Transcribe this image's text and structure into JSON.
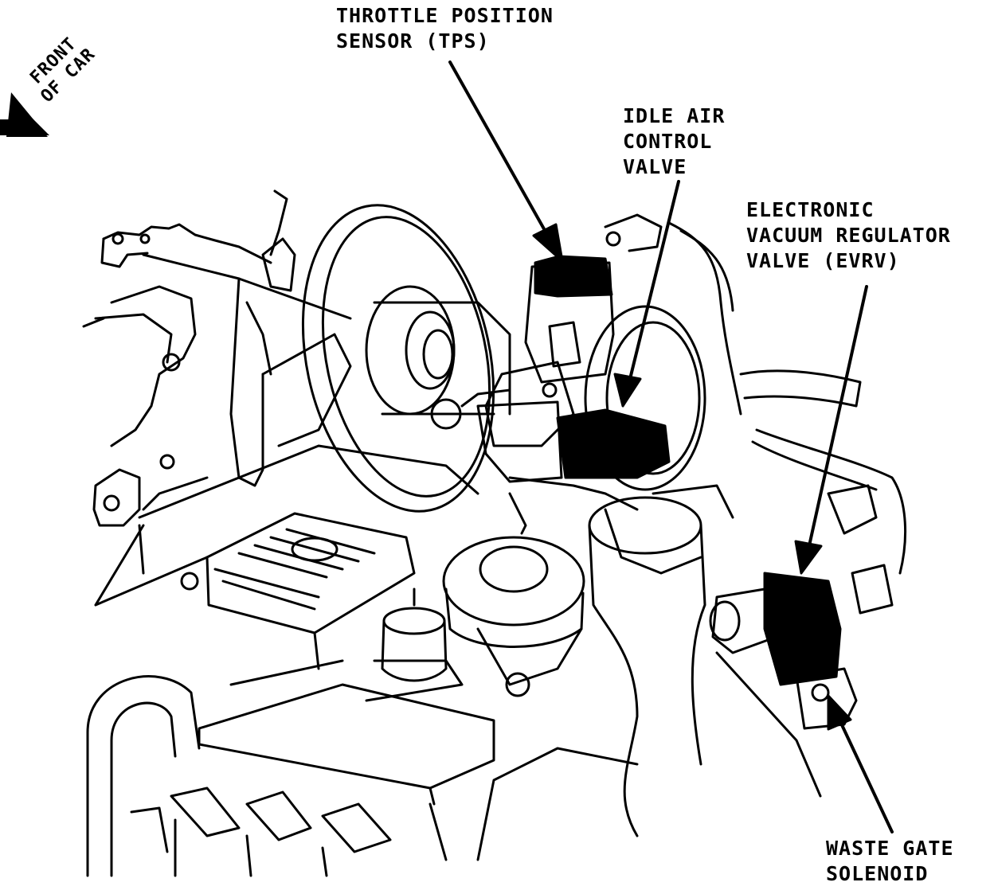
{
  "labels": {
    "tps": [
      "THROTTLE POSITION",
      "SENSOR (TPS)"
    ],
    "iac": [
      "IDLE AIR",
      "CONTROL",
      "VALVE"
    ],
    "evrv": [
      "ELECTRONIC",
      "VACUUM REGULATOR",
      "VALVE (EVRV)"
    ],
    "waste_gate": [
      "WASTE GATE",
      "SOLENOID"
    ],
    "front": [
      "FRONT",
      "OF CAR"
    ]
  },
  "colors": {
    "ink": "#000000",
    "paper": "#ffffff"
  }
}
